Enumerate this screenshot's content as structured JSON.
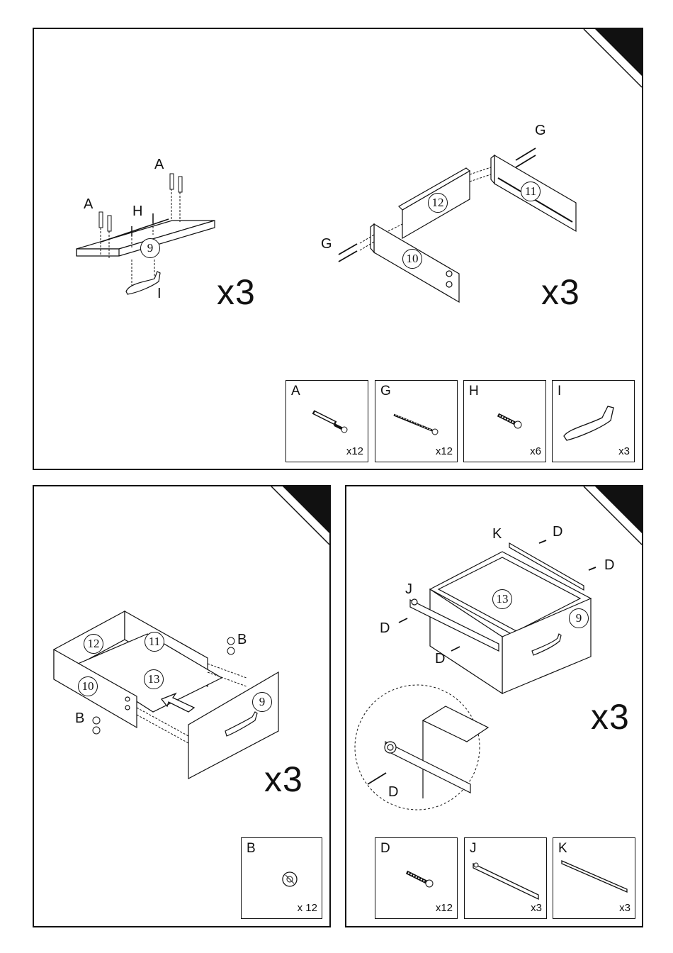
{
  "panel1": {
    "labels": {
      "a1": "A",
      "a2": "A",
      "h": "H",
      "i": "I",
      "g1": "G",
      "g2": "G"
    },
    "parts": {
      "p9": "9",
      "p10": "10",
      "p11": "11",
      "p12": "12"
    },
    "multiplier_left": "x3",
    "multiplier_right": "x3",
    "hardware": [
      {
        "letter": "A",
        "qty": "x12",
        "icon": "dowel-icon"
      },
      {
        "letter": "G",
        "qty": "x12",
        "icon": "long-screw-icon"
      },
      {
        "letter": "H",
        "qty": "x6",
        "icon": "short-screw-icon"
      },
      {
        "letter": "I",
        "qty": "x3",
        "icon": "handle-icon"
      }
    ]
  },
  "panel2": {
    "labels": {
      "b1": "B",
      "b2": "B"
    },
    "parts": {
      "p9": "9",
      "p10": "10",
      "p11": "11",
      "p12": "12",
      "p13": "13"
    },
    "multiplier": "x3",
    "hardware": [
      {
        "letter": "B",
        "qty": "x 12",
        "icon": "cam-lock-icon"
      }
    ]
  },
  "panel3": {
    "labels": {
      "k": "K",
      "d1": "D",
      "d2": "D",
      "j": "J",
      "d3": "D",
      "d4": "D",
      "d5": "D"
    },
    "parts": {
      "p13": "13",
      "p9": "9"
    },
    "multiplier": "x3",
    "hardware": [
      {
        "letter": "D",
        "qty": "x12",
        "icon": "screw-icon"
      },
      {
        "letter": "J",
        "qty": "x3",
        "icon": "drawer-slide-icon"
      },
      {
        "letter": "K",
        "qty": "x3",
        "icon": "cabinet-rail-icon"
      }
    ]
  }
}
